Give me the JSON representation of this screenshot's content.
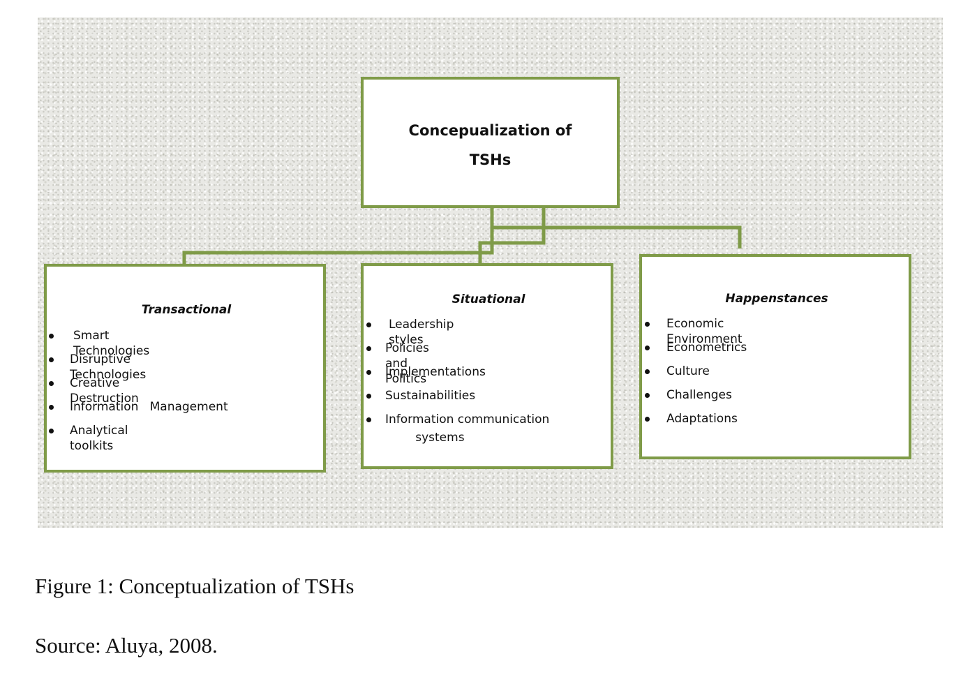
{
  "root": {
    "title": "Concepualization of TSHs"
  },
  "branches": [
    {
      "title": "Transactional",
      "items": [
        "Smart Technologies",
        "Disruptive Technologies",
        "Creative Destruction",
        "Information   Management",
        "Analytical toolkits"
      ]
    },
    {
      "title": "Situational",
      "items": [
        "Leadership styles",
        "Policies and Politics",
        "Implementations",
        "Sustainabilities",
        "Information communication\n        systems"
      ]
    },
    {
      "title": "Happenstances",
      "items": [
        "Economic Environment",
        "Econometrics",
        "Culture",
        "Challenges",
        "Adaptations"
      ]
    }
  ],
  "caption": {
    "figure": "Figure 1: Conceptualization of TSHs",
    "source": "Source: Aluya, 2008."
  },
  "colors": {
    "border": "#7f9b48",
    "connector": "#7f9b48"
  }
}
